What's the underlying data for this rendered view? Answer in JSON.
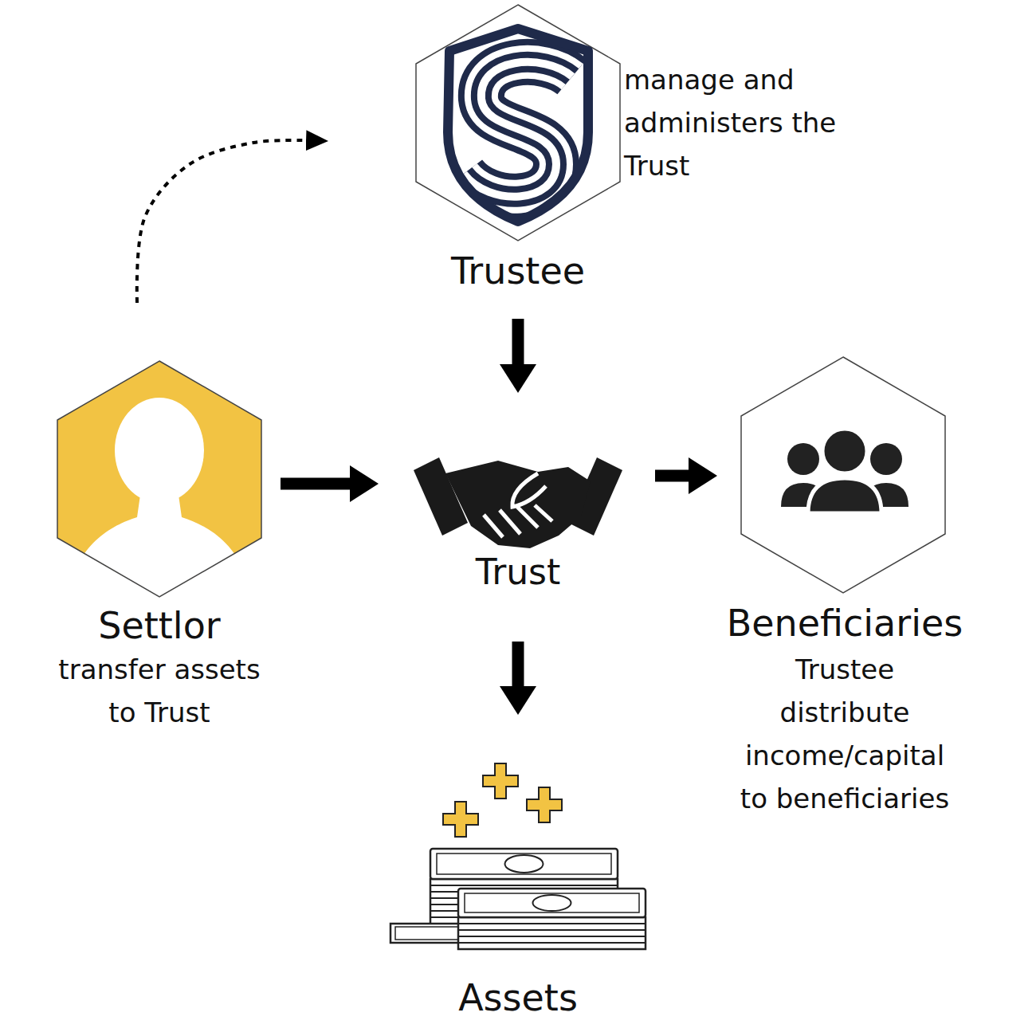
{
  "diagram": {
    "nodes": [
      {
        "text": [
          "Trustee",
          "manage and administers the Trust"
        ]
      },
      {
        "text": [
          "Settlor",
          "transfer assets to Trust"
        ]
      },
      {
        "text": [
          "Trust"
        ]
      },
      {
        "text": [
          "Beneficiaries",
          "Trustee distribute income/capital to beneficiaries"
        ]
      },
      {
        "text": [
          "Assets"
        ]
      }
    ],
    "edges": [
      {
        "from": 1,
        "to": 0,
        "arrow": "to"
      },
      {
        "from": 0,
        "to": 2,
        "arrow": "to"
      },
      {
        "from": 1,
        "to": 2,
        "arrow": "to"
      },
      {
        "from": 2,
        "to": 3,
        "arrow": "to"
      },
      {
        "from": 2,
        "to": 4,
        "arrow": "to"
      }
    ]
  }
}
